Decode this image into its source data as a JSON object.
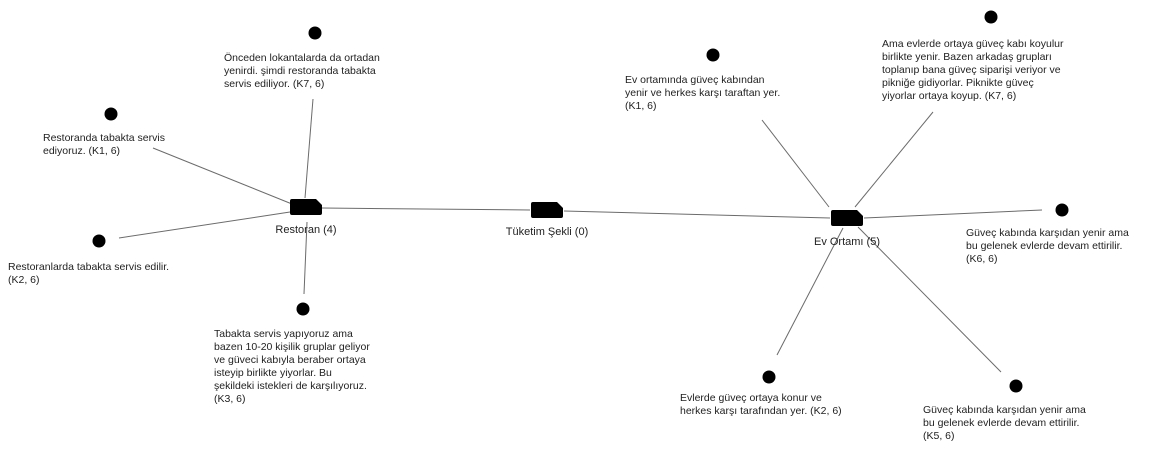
{
  "colors": {
    "icon": "#2f6db0",
    "edge": "#6b6b6b",
    "text": "#222222"
  },
  "categories": {
    "tuketim": {
      "label": "Tüketim Şekli (0)",
      "icon": "tag-icon"
    },
    "restoran": {
      "label": "Restoran (4)",
      "icon": "tag-icon"
    },
    "ev": {
      "label": "Ev Ortamı (5)",
      "icon": "tag-icon"
    }
  },
  "codes": {
    "r1": {
      "text": "Önceden lokantalarda da ortadan\nyenirdi. şimdi restoranda tabakta\nservis ediliyor. (K7, 6)",
      "icon": "code-icon"
    },
    "r2": {
      "text": "Restoranda tabakta servis\nediyoruz. (K1, 6)",
      "icon": "code-icon"
    },
    "r3": {
      "text": "Restoranlarda tabakta servis edilir.\n(K2, 6)",
      "icon": "code-icon"
    },
    "r4": {
      "text": "Tabakta servis yapıyoruz ama\nbazen 10-20 kişilik gruplar geliyor\nve güveci kabıyla beraber ortaya\nisteyip birlikte yiyorlar. Bu\nşekildeki istekleri de karşılıyoruz.\n(K3, 6)",
      "icon": "code-icon"
    },
    "e1": {
      "text": "Ev ortamında güveç kabından\nyenir ve herkes karşı taraftan yer.\n(K1, 6)",
      "icon": "code-icon"
    },
    "e2": {
      "text": "Ama evlerde ortaya güveç kabı koyulur\nbirlikte yenir. Bazen arkadaş grupları\ntoplanıp bana güveç siparişi veriyor ve\npikniğe gidiyorlar. Piknikte güveç\nyiyorlar ortaya koyup. (K7, 6)",
      "icon": "code-icon"
    },
    "e3": {
      "text": "Güveç kabında karşıdan yenir ama\nbu gelenek evlerde devam ettirilir.\n(K6, 6)",
      "icon": "code-icon"
    },
    "e4": {
      "text": "Evlerde güveç ortaya konur ve\nherkes karşı tarafından yer. (K2, 6)",
      "icon": "code-icon"
    },
    "e5": {
      "text": "Güveç kabında karşıdan yenir ama\nbu gelenek evlerde devam ettirilir.\n(K5, 6)",
      "icon": "code-icon"
    }
  }
}
